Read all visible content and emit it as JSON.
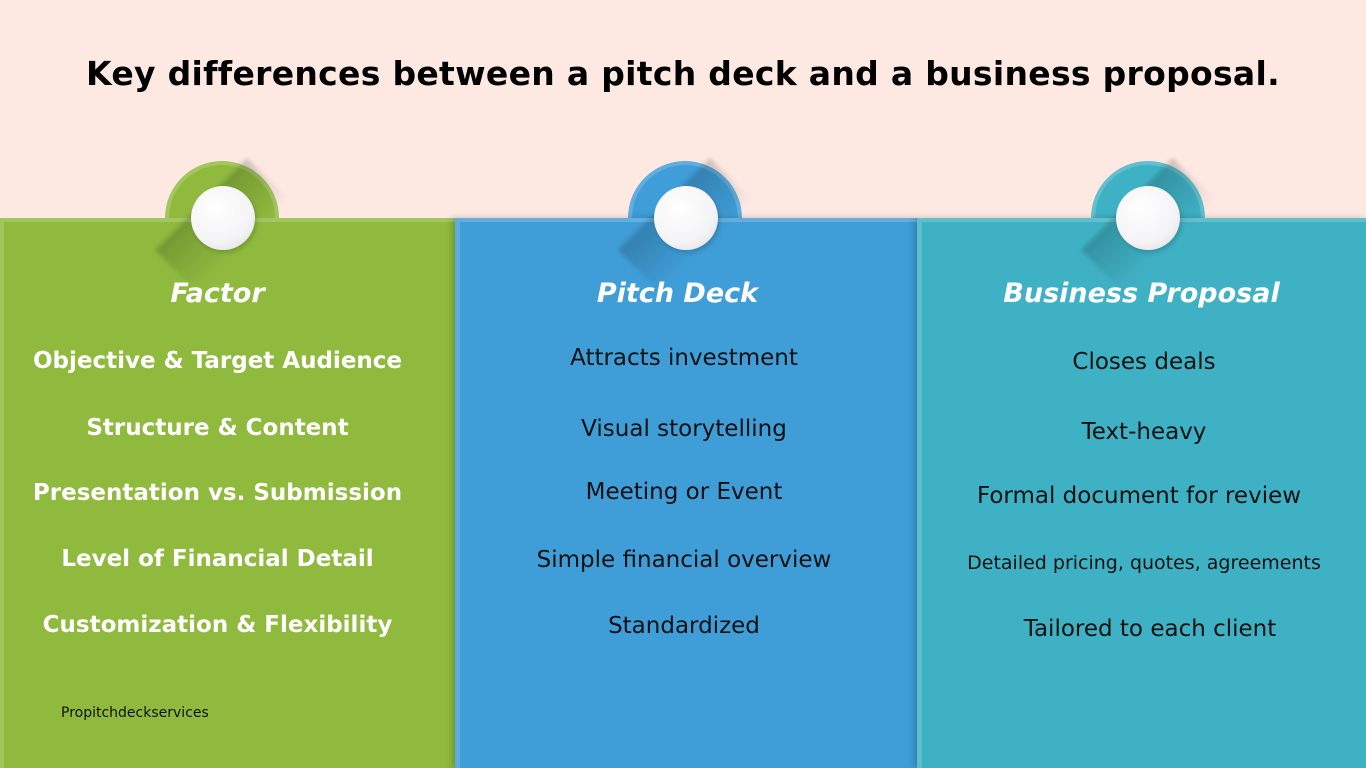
{
  "title": "Key differences between a pitch deck and a business proposal.",
  "colors": {
    "background": "#fde9e2",
    "factor": "#8fba3e",
    "pitch_deck": "#3f9dd7",
    "business_proposal": "#3fb1c4"
  },
  "columns": [
    {
      "heading": "Factor",
      "items": [
        "Objective & Target Audience",
        "Structure & Content",
        "Presentation vs. Submission",
        "Level of Financial Detail",
        "Customization & Flexibility"
      ]
    },
    {
      "heading": "Pitch Deck",
      "items": [
        "Attracts investment",
        "Visual storytelling",
        "Meeting or Event",
        "Simple financial overview",
        "Standardized"
      ]
    },
    {
      "heading": "Business Proposal",
      "items": [
        "Closes deals",
        "Text-heavy",
        "Formal document for review",
        "Detailed pricing, quotes, agreements",
        "Tailored to each client"
      ]
    }
  ],
  "credit": "Propitchdeckservices"
}
